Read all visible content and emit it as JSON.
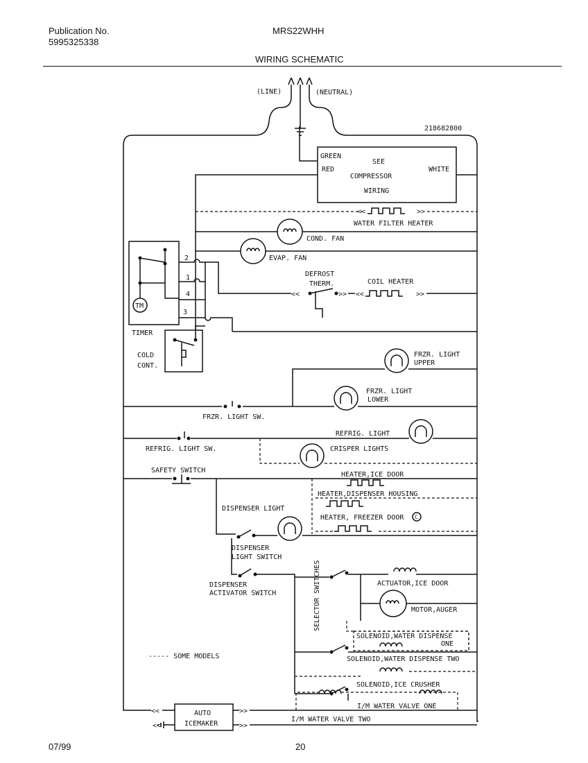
{
  "header": {
    "publication_label": "Publication No.",
    "publication_number": "5995325338",
    "model": "MRS22WHH",
    "title": "WIRING SCHEMATIC"
  },
  "footer": {
    "date": "07/99",
    "page": "20"
  },
  "diagram": {
    "part_number": "218682800",
    "supply": {
      "line": "(LINE)",
      "neutral": "(NEUTRAL)"
    },
    "compressor_box": {
      "green": "GREEN",
      "red": "RED",
      "white": "WHITE",
      "line1": "SEE",
      "line2": "COMPRESSOR",
      "line3": "WIRING"
    },
    "labels": {
      "water_filter_heater": "WATER FILTER HEATER",
      "cond_fan": "COND. FAN",
      "evap_fan": "EVAP. FAN",
      "defrost_therm_1": "DEFROST",
      "defrost_therm_2": "THERM.",
      "coil_heater": "COIL HEATER",
      "timer": "TIMER",
      "tm": "TM",
      "t1": "1",
      "t2": "2",
      "t3": "3",
      "t4": "4",
      "cold_cont_1": "COLD",
      "cold_cont_2": "CONT.",
      "frzr_light_upper_1": "FRZR. LIGHT",
      "frzr_light_upper_2": "UPPER",
      "frzr_light_lower_1": "FRZR. LIGHT",
      "frzr_light_lower_2": "LOWER",
      "frzr_light_sw": "FRZR. LIGHT SW.",
      "refrig_light": "REFRIG. LIGHT",
      "refrig_light_sw": "REFRIG. LIGHT SW.",
      "crisper_lights": "CRISPER LIGHTS",
      "safety_switch": "SAFETY SWITCH",
      "heater_ice_door": "HEATER,ICE DOOR",
      "heater_dispenser_housing": "HEATER,DISPENSER HOUSING",
      "heater_freezer_door": "HEATER, FREEZER DOOR",
      "c_mark": "C",
      "dispenser_light": "DISPENSER LIGHT",
      "dispenser_light_switch_1": "DISPENSER",
      "dispenser_light_switch_2": "LIGHT SWITCH",
      "dispenser_activator_1": "DISPENSER",
      "dispenser_activator_2": "ACTIVATOR SWITCH",
      "selector_switches": "SELECTOR SWITCHES",
      "actuator_ice_door": "ACTUATOR,ICE DOOR",
      "motor_auger": "MOTOR,AUGER",
      "solenoid_dispense_one_1": "SOLENOID,WATER DISPENSE",
      "solenoid_dispense_one_2": "ONE",
      "solenoid_dispense_two": "SOLENOID,WATER DISPENSE TWO",
      "solenoid_ice_crusher": "SOLENOID,ICE CRUSHER",
      "im_water_valve_one": "I/M WATER VALVE ONE",
      "im_water_valve_two": "I/M WATER VALVE TWO",
      "auto_icemaker_1": "AUTO",
      "auto_icemaker_2": "ICEMAKER",
      "some_models": "----- SOME MODELS"
    }
  }
}
